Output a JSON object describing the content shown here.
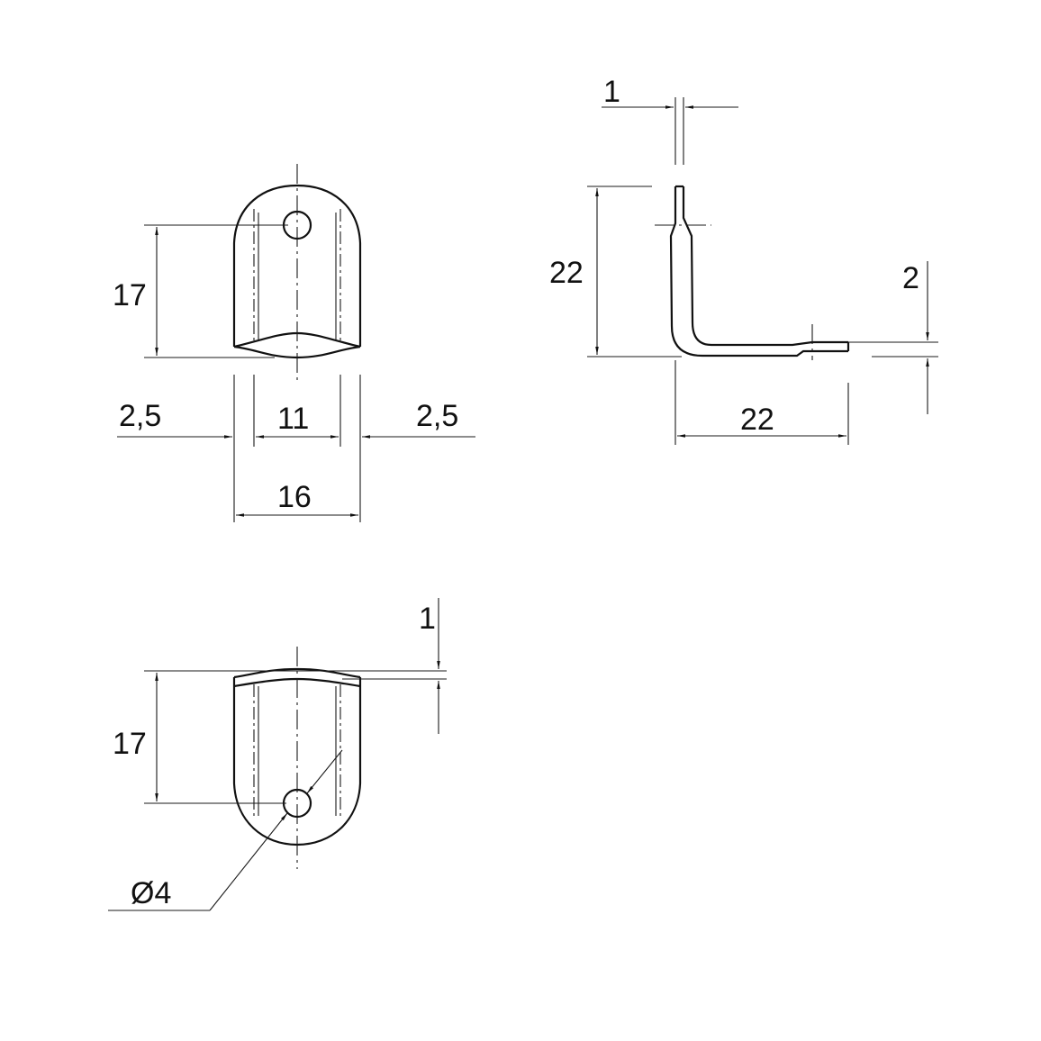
{
  "drawing": {
    "top_view": {
      "height_label": "17",
      "left_margin_label": "2,5",
      "inner_width_label": "11",
      "right_margin_label": "2,5",
      "total_width_label": "16"
    },
    "side_view": {
      "thickness_label": "1",
      "vertical_leg_label": "22",
      "offset_label": "2",
      "horizontal_leg_label": "22"
    },
    "bottom_view": {
      "height_label": "17",
      "step_label": "1",
      "hole_diameter_label": "Ø4"
    }
  },
  "colors": {
    "line": "#1a1a1a",
    "background": "#ffffff"
  }
}
